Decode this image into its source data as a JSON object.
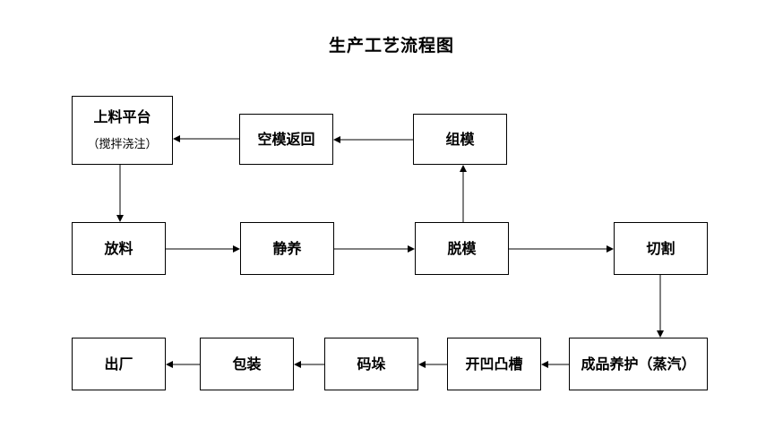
{
  "title": "生产工艺流程图",
  "nodes": {
    "loading_platform": {
      "label": "上料平台",
      "sub": "（搅拌浇注）"
    },
    "empty_mold_return": {
      "label": "空模返回"
    },
    "assemble_mold": {
      "label": "组模"
    },
    "discharge": {
      "label": "放料"
    },
    "static_curing": {
      "label": "静养"
    },
    "demold": {
      "label": "脱模"
    },
    "cutting": {
      "label": "切割"
    },
    "product_curing": {
      "label": "成品养护（蒸汽）"
    },
    "groove": {
      "label": "开凹凸槽"
    },
    "stacking": {
      "label": "码垛"
    },
    "packaging": {
      "label": "包装"
    },
    "leave_factory": {
      "label": "出厂"
    }
  }
}
